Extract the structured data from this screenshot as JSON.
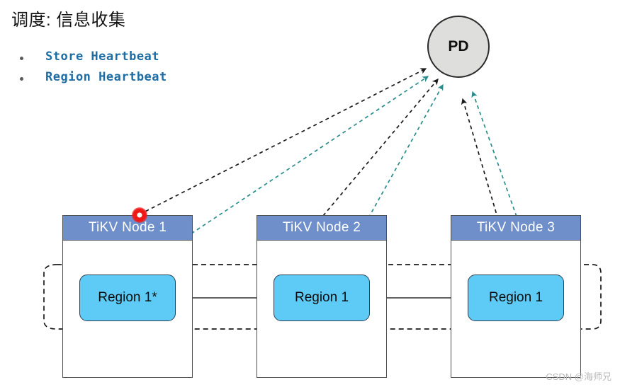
{
  "slide": {
    "title": "调度: 信息收集",
    "bullets": [
      {
        "label": "Store Heartbeat"
      },
      {
        "label": "Region Heartbeat"
      }
    ],
    "watermark": "CSDN @海师兄"
  },
  "diagram": {
    "pd": {
      "label": "PD"
    },
    "nodes": [
      {
        "title": "TiKV Node 1",
        "region": "Region 1*"
      },
      {
        "title": "TiKV Node 2",
        "region": "Region 1"
      },
      {
        "title": "TiKV Node 3",
        "region": "Region 1"
      }
    ],
    "colors": {
      "node_header": "#6e8fc9",
      "region_fill": "#5ecbf7",
      "pd_fill": "#dededd",
      "store_heartbeat_arrow": "#1a1a1a",
      "region_heartbeat_arrow": "#2a8c8c",
      "bullet_text": "#1d6ca4",
      "pulse_dot": "#f01717"
    },
    "legend": {
      "store_heartbeat_arrow_style": "black dashed arrow, node top edge -> PD",
      "region_heartbeat_arrow_style": "teal dashed arrow, region box -> PD"
    }
  }
}
